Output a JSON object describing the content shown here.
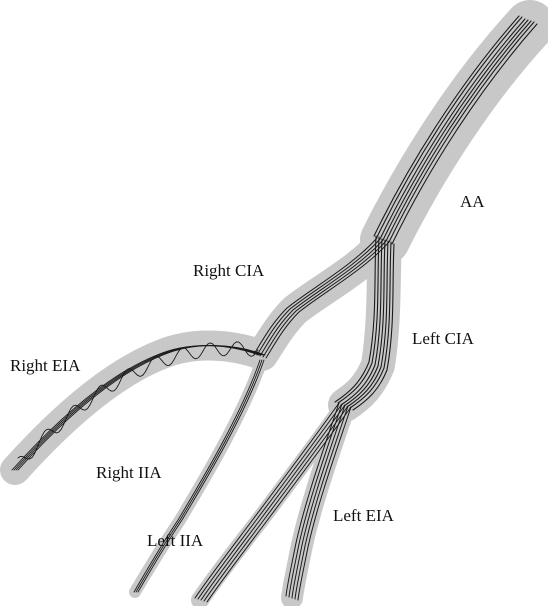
{
  "figure": {
    "colors": {
      "background": "#ffffff",
      "vessel": "#c8c8c8",
      "streamline": "#1a1a1a"
    },
    "labels": {
      "aa": "AA",
      "right_cia": "Right CIA",
      "left_cia": "Left CIA",
      "right_eia": "Right EIA",
      "right_iia": "Right IIA",
      "left_iia": "Left IIA",
      "left_eia": "Left EIA"
    }
  }
}
